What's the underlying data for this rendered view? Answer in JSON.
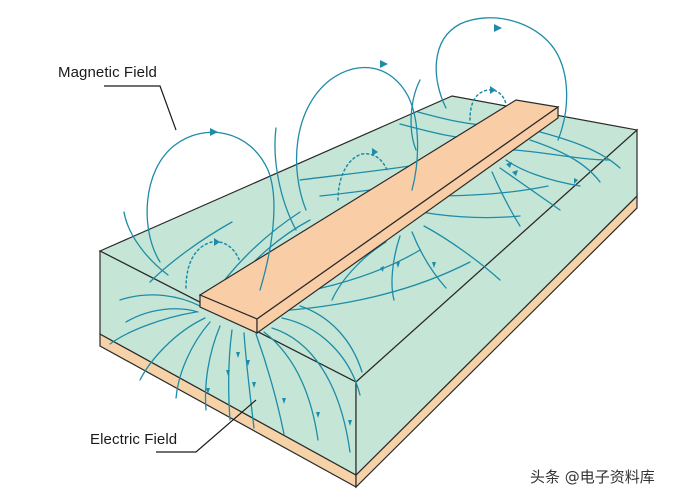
{
  "labels": {
    "magnetic_field": "Magnetic Field",
    "electric_field": "Electric Field"
  },
  "watermark": "头条 @电子资料库",
  "colors": {
    "substrate_top": "#c5e6d6",
    "substrate_front": "#c5e6d6",
    "substrate_side": "#c5e6d6",
    "ground_plane": "#f5d2a8",
    "trace": "#f9cda6",
    "field_lines": "#1e8ca8",
    "outline": "#2a2a2a"
  }
}
